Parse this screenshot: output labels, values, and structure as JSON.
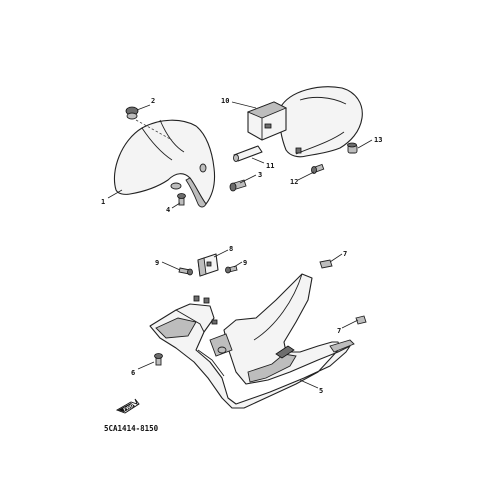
{
  "diagram": {
    "code": "5CA1414-8150",
    "direction_label": "FWD",
    "callouts": [
      {
        "id": "c1",
        "label": "1"
      },
      {
        "id": "c2",
        "label": "2"
      },
      {
        "id": "c3",
        "label": "3"
      },
      {
        "id": "c4",
        "label": "4"
      },
      {
        "id": "c5",
        "label": "5"
      },
      {
        "id": "c6",
        "label": "6"
      },
      {
        "id": "c7a",
        "label": "7"
      },
      {
        "id": "c7b",
        "label": "7"
      },
      {
        "id": "c8",
        "label": "8"
      },
      {
        "id": "c9a",
        "label": "9"
      },
      {
        "id": "c9b",
        "label": "9"
      },
      {
        "id": "c10",
        "label": "10"
      },
      {
        "id": "c11",
        "label": "11"
      },
      {
        "id": "c12",
        "label": "12"
      },
      {
        "id": "c13",
        "label": "13"
      }
    ]
  }
}
